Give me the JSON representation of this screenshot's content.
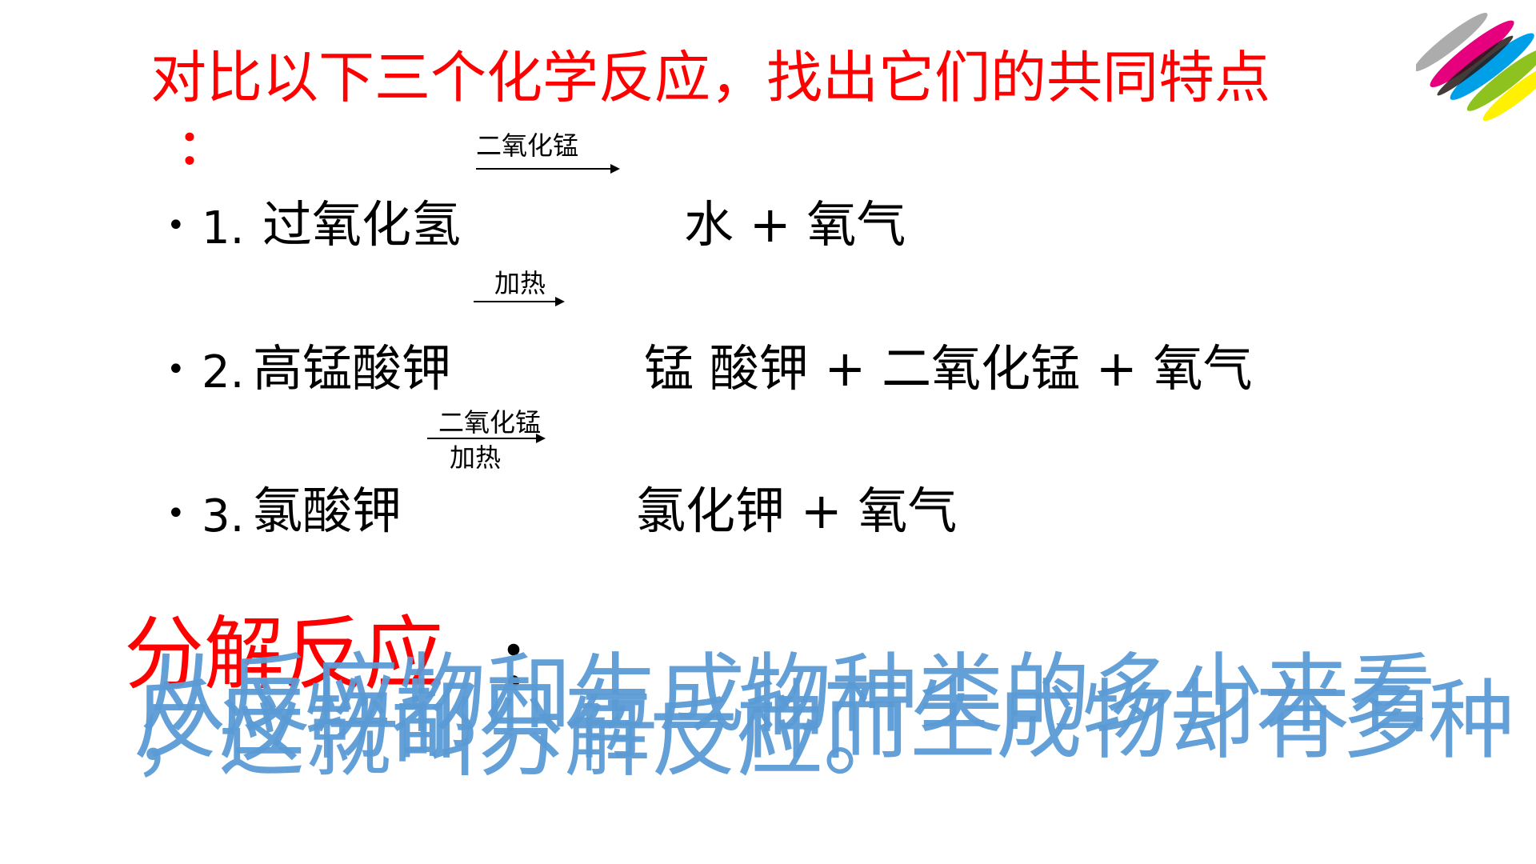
{
  "title": {
    "text": "对比以下三个化学反应，找出它们的共同特点",
    "colon": "："
  },
  "reactions": [
    {
      "bullet": "•",
      "number": "1.",
      "reactant": "过氧化氢",
      "condition_top": "二氧化锰",
      "condition_bottom": "",
      "products": "水 + 氧气"
    },
    {
      "bullet": "•",
      "number": "2.",
      "reactant": "高锰酸钾",
      "condition_top": "加热",
      "condition_bottom": "",
      "products": "锰 酸钾 + 二氧化锰 + 氧气"
    },
    {
      "bullet": "•",
      "number": "3.",
      "reactant": "氯酸钾",
      "condition_top": "二氧化锰",
      "condition_bottom": "加热",
      "products": "氯化钾 + 氧气"
    }
  ],
  "definition": {
    "heading": "分解反应",
    "colon": "：",
    "line1": "从反应物和生成物种类的多少来看",
    "line2": "，这就叫分解反应。",
    "line3": "反应物都只有一种而生成物却有多种"
  },
  "colors": {
    "title": "#ff0000",
    "definition_text": "#5b9bd5",
    "body_text": "#000000"
  },
  "icons": {
    "logo": "brush-stroke-logo"
  }
}
